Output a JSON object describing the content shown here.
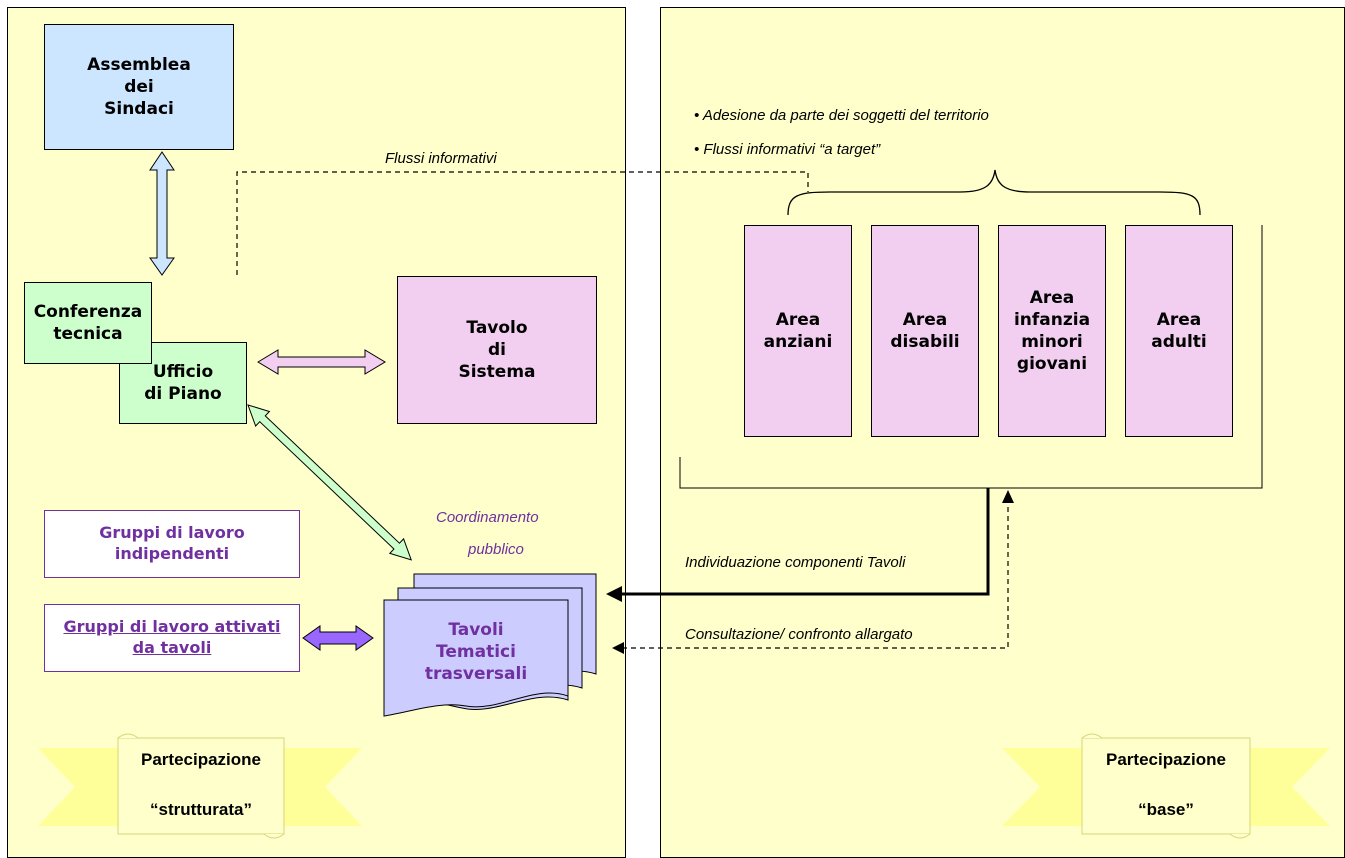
{
  "left_panel": {
    "assemblea": "Assemblea\ndei\nSindaci",
    "conferenza": "Conferenza\ntecnica",
    "ufficio": "Ufficio\ndi Piano",
    "tavolo_sistema": "Tavolo\ndi\nSistema",
    "flussi_label": "Flussi informativi",
    "gruppi_indipendenti": "Gruppi di lavoro\nindipendenti",
    "gruppi_attivati": "Gruppi di lavoro attivati\nda tavoli",
    "coordinamento": "Coordinamento",
    "pubblico": "pubblico",
    "tavoli_tematici": "Tavoli\nTematici\ntrasversali",
    "ribbon_line1": "Partecipazione",
    "ribbon_line2": "“strutturata”"
  },
  "right_panel": {
    "bullets": [
      "• Adesione da parte dei soggetti del territorio",
      "• Flussi informativi “a target”"
    ],
    "areas": [
      "Area\nanziani",
      "Area\ndisabili",
      "Area\ninfanzia\nminori\ngiovani",
      "Area\nadulti"
    ],
    "individuazione": "Individuazione componenti Tavoli",
    "consultazione": "Consultazione/ confronto allargato",
    "ribbon_line1": "Partecipazione",
    "ribbon_line2": "“base”"
  },
  "colors": {
    "panel_bg": "#ffffcc",
    "light_blue": "#cce6ff",
    "light_green": "#ccffcc",
    "pink": "#f2cff0",
    "lavender": "#ccccff",
    "purple": "#7030a0",
    "ribbon": "#ffff99"
  }
}
